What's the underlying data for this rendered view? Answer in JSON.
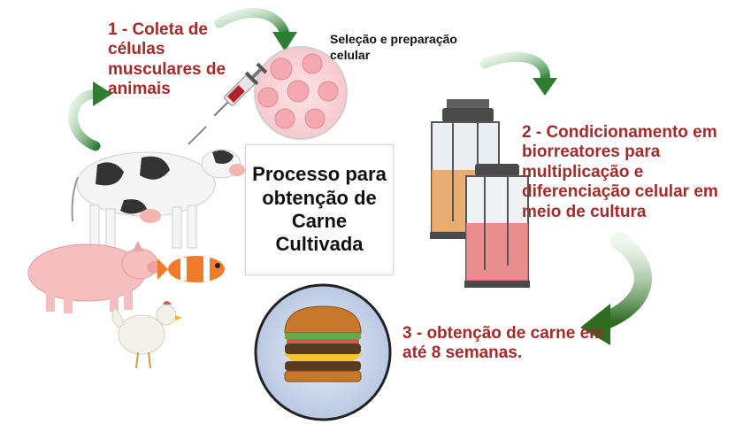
{
  "title": "Processo para obtenção de Carne Cultivada",
  "steps": {
    "s1": "1 - Coleta de células musculares de animais",
    "selection": "Seleção e preparação celular",
    "s2": "2 - Condicionamento em biorreatores  para multiplicação e diferenciação celular em meio de cultura",
    "s3": "3 - obtenção de carne em até 8 semanas."
  },
  "icons": {
    "arrows": "curved-green-arrow-icon",
    "syringe": "syringe-icon",
    "cells": "petri-dish-icon",
    "bioreactors": "bioreactor-icon",
    "animals": [
      "cow-icon",
      "pig-icon",
      "fish-icon",
      "chicken-icon"
    ],
    "product": "burger-icon"
  },
  "colors": {
    "step_text": "#a52a2a",
    "arrow": "#2e7d32",
    "medium": "#e8a15a",
    "medium2": "#e87c7c"
  }
}
